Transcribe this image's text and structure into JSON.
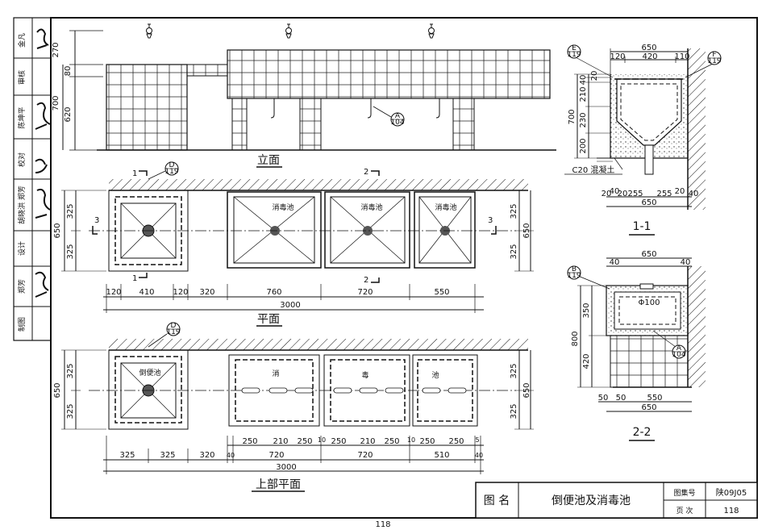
{
  "side_block": {
    "rows": [
      "金凡",
      "审核",
      "陈坤平",
      "校对",
      "胡晓洪 郑芳",
      "设计",
      "郑芳",
      "制图"
    ]
  },
  "elevation": {
    "title": "立面",
    "dims": [
      "270",
      "80",
      "700",
      "620"
    ],
    "callout": {
      "top": "A",
      "bottom": "104"
    }
  },
  "plan": {
    "title": "平面",
    "pool_label": "消毒池",
    "left_dims": [
      "325",
      "650",
      "325"
    ],
    "right_dims": [
      "325",
      "650",
      "325"
    ],
    "bottom_dims": [
      "120",
      "410",
      "120",
      "320",
      "760",
      "720",
      "550"
    ],
    "total": "3000",
    "section_marks": [
      "1",
      "1",
      "2",
      "2",
      "3",
      "3"
    ],
    "callout": {
      "top": "D",
      "bottom": "119"
    }
  },
  "upper_plan": {
    "title": "上部平面",
    "pool_label": "倒便池",
    "pool_chars": [
      "消",
      "毒",
      "池"
    ],
    "left_dims": [
      "325",
      "650",
      "325"
    ],
    "right_dims": [
      "325",
      "650",
      "325"
    ],
    "row1": [
      "250",
      "210",
      "250",
      "10",
      "250",
      "210",
      "250",
      "10",
      "250",
      "250",
      "5"
    ],
    "row2": [
      "325",
      "325",
      "320",
      "40",
      "720",
      "720",
      "510",
      "40"
    ],
    "total": "3000",
    "callout": {
      "top": "D",
      "bottom": "119"
    }
  },
  "section11": {
    "title": "1-1",
    "top_dims": [
      "650",
      "120",
      "420",
      "110"
    ],
    "left_dims": [
      "20",
      "40",
      "210",
      "230",
      "700",
      "200"
    ],
    "bottom_dims": [
      "20",
      "40",
      "20",
      "255",
      "255",
      "20",
      "40"
    ],
    "total": "650",
    "concrete": "C20 混凝土",
    "callout_l": {
      "top": "E",
      "bottom": "119"
    },
    "callout_r": {
      "top": "F",
      "bottom": "119"
    }
  },
  "section22": {
    "title": "2-2",
    "top_dims": [
      "650",
      "40",
      "40"
    ],
    "left_dims": [
      "350",
      "800",
      "420"
    ],
    "pipe": "Φ100",
    "bottom_dims": [
      "50",
      "50",
      "550"
    ],
    "total": "650",
    "callout_l": {
      "top": "B",
      "bottom": "119"
    },
    "callout_r": {
      "top": "A",
      "bottom": "104"
    }
  },
  "title_block": {
    "label": "图 名",
    "name": "倒便池及消毒池",
    "set_label": "图集号",
    "set_value": "陕09J05",
    "page_label": "页 次",
    "page_value": "118"
  },
  "page_number": "118"
}
